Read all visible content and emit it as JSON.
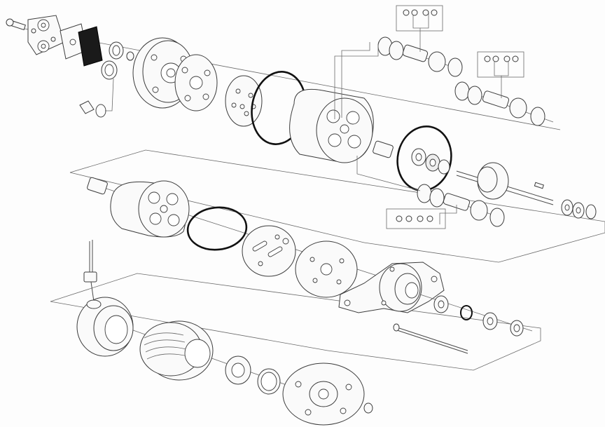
{
  "figure": {
    "kind": "exploded-assembly-line-drawing",
    "subject": "compressor",
    "text": []
  },
  "colors": {
    "background": "#fdfdfd",
    "line": "#3c3c3c",
    "gasket": "#1a1a1a",
    "o_ring": "#111111"
  },
  "groups": [
    {
      "id": "rear-head-group"
    },
    {
      "id": "cylinder-group"
    },
    {
      "id": "front-housing-group"
    },
    {
      "id": "clutch-group"
    }
  ]
}
